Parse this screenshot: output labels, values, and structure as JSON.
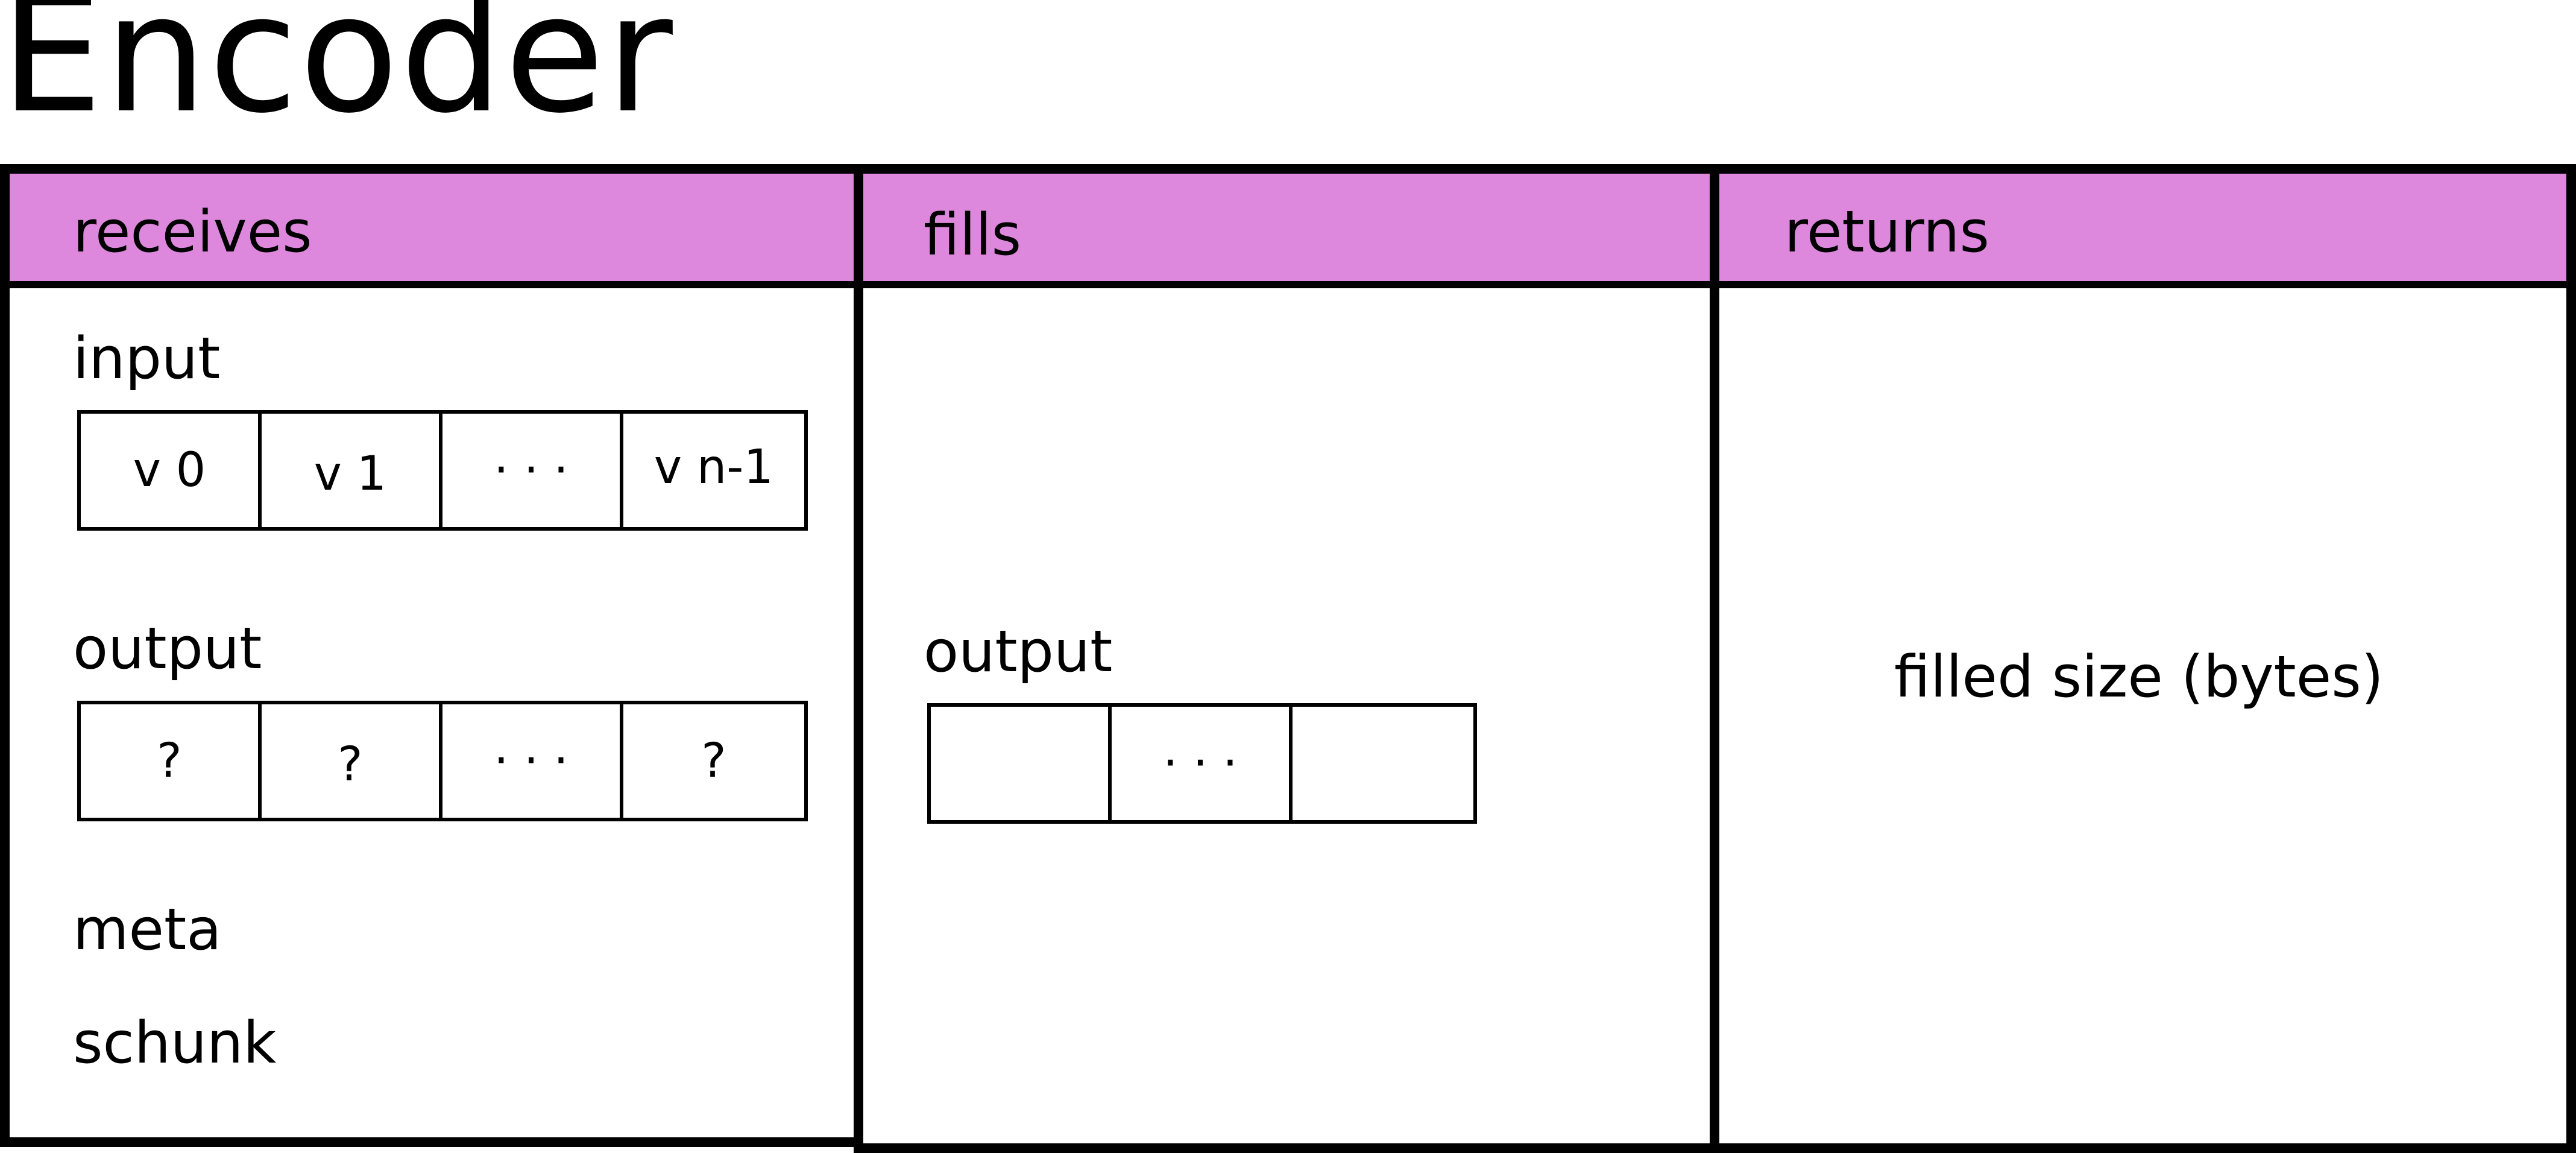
{
  "title": "Encoder",
  "colors": {
    "header_fill": "#DD88DD",
    "border": "#000000",
    "background": "#FFFFFF"
  },
  "columns": {
    "receives": {
      "header": "receives",
      "input": {
        "label": "input",
        "cells": [
          "v 0",
          "v 1",
          "· · ·",
          "v n-1"
        ]
      },
      "output": {
        "label": "output",
        "cells": [
          "?",
          "?",
          "· · ·",
          "?"
        ]
      },
      "meta_label": "meta",
      "schunk_label": "schunk"
    },
    "fills": {
      "header": "fills",
      "output": {
        "label": "output",
        "cells": [
          "",
          "· · ·",
          ""
        ]
      }
    },
    "returns": {
      "header": "returns",
      "value": "filled size (bytes)"
    }
  }
}
